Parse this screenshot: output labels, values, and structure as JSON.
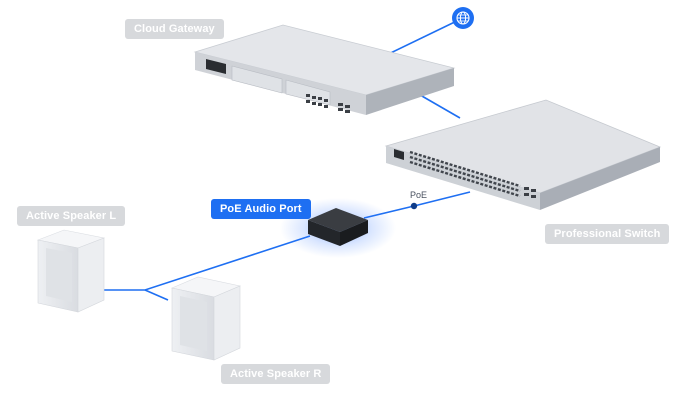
{
  "labels": {
    "cloud_gateway": "Cloud Gateway",
    "professional_switch": "Professional Switch",
    "poe_audio_port": "PoE Audio Port",
    "speaker_left": "Active Speaker L",
    "speaker_right": "Active Speaker R",
    "poe": "PoE"
  },
  "icons": {
    "internet": "globe-icon"
  },
  "colors": {
    "cable": "#1e6ff2",
    "label_bg": "#d7d9dc",
    "label_active_bg": "#1e6ff2",
    "label_text": "#ffffff"
  }
}
